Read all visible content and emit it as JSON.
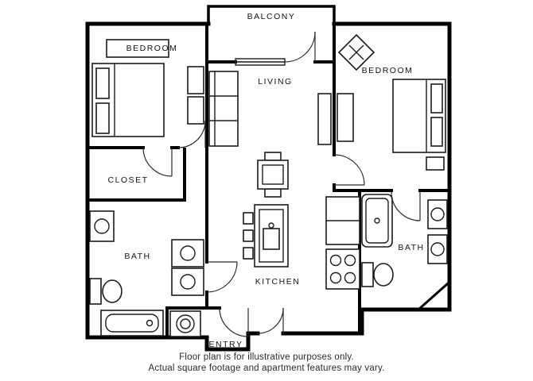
{
  "floorplan": {
    "labels": {
      "balcony": "BALCONY",
      "bedroom_left": "BEDROOM",
      "living": "LIVING",
      "bedroom_right": "BEDROOM",
      "closet": "CLOSET",
      "bath_left": "BATH",
      "kitchen": "KITCHEN",
      "bath_right": "BATH",
      "entry": "ENTRY"
    },
    "disclaimer": {
      "line1": "Floor plan is for illustrative purposes only.",
      "line2": "Actual square footage and apartment features may vary."
    },
    "colors": {
      "wall": "#000000",
      "background": "#ffffff"
    }
  }
}
